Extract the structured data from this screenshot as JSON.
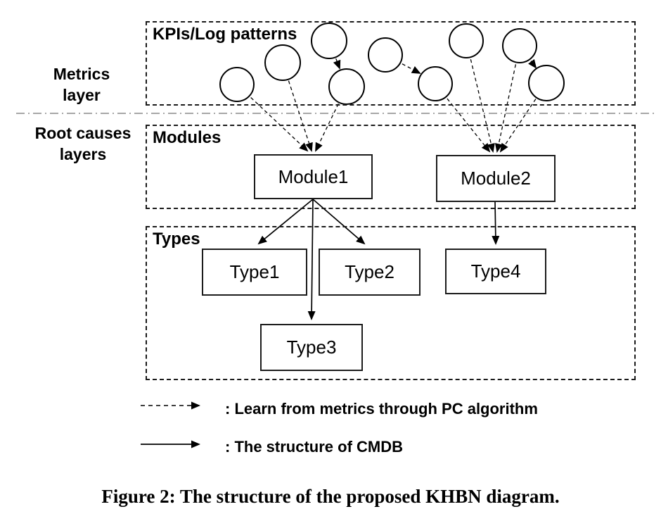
{
  "caption": "Figure 2: The structure of the proposed KHBN diagram.",
  "layer_labels": {
    "metrics": {
      "line1": "Metrics",
      "line2": "layer"
    },
    "root_causes": {
      "line1": "Root causes",
      "line2": "layers"
    }
  },
  "group_boxes": {
    "kpis_label": "KPIs/Log patterns",
    "modules_label": "Modules",
    "types_label": "Types"
  },
  "nodes": {
    "module1": "Module1",
    "module2": "Module2",
    "type1": "Type1",
    "type2": "Type2",
    "type3": "Type3",
    "type4": "Type4"
  },
  "legend": {
    "dashed": ": Learn from metrics through PC algorithm",
    "solid": ": The structure of CMDB"
  },
  "metrics_node_count": 9,
  "colors": {
    "ink": "#000000",
    "separator": "#8a8a8a",
    "background": "#ffffff"
  }
}
